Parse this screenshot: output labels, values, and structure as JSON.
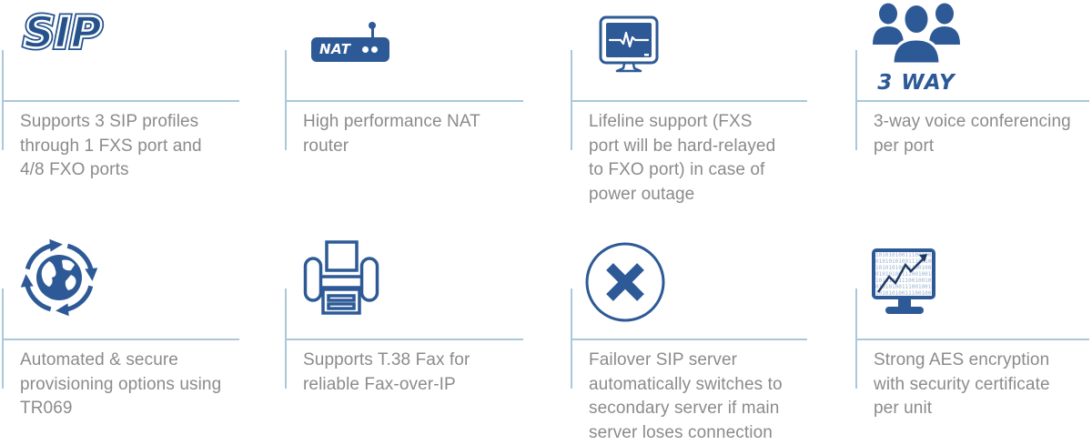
{
  "colors": {
    "icon_blue": "#2d5a96",
    "logo_blue": "#26528c",
    "line_blue": "#a9c8da",
    "text_gray": "#8b8b8d",
    "graph_navy": "#1e3a63",
    "binary_blue": "#9db4d2"
  },
  "features": [
    {
      "id": "sip-profiles",
      "icon": "sip-logo-icon",
      "icon_label": "SIP",
      "text": "Supports 3 SIP profiles\nthrough 1 FXS port and\n4/8 FXO ports"
    },
    {
      "id": "nat-router",
      "icon": "nat-router-icon",
      "icon_label": "NAT",
      "text": "High performance NAT\nrouter"
    },
    {
      "id": "lifeline",
      "icon": "lifeline-monitor-icon",
      "text": "Lifeline support (FXS\nport will be hard-relayed\nto FXO port) in case of\npower outage"
    },
    {
      "id": "three-way",
      "icon": "three-way-conference-icon",
      "icon_label": "3 WAY",
      "text": "3-way voice conferencing\nper port"
    },
    {
      "id": "provisioning",
      "icon": "globe-sync-icon",
      "text": "Automated & secure\nprovisioning options using\nTR069"
    },
    {
      "id": "t38-fax",
      "icon": "fax-printer-icon",
      "text": "Supports T.38 Fax for\nreliable Fax-over-IP"
    },
    {
      "id": "failover",
      "icon": "failover-x-icon",
      "text": "Failover SIP server\nautomatically switches to\nsecondary server if main\nserver loses connection"
    },
    {
      "id": "encryption",
      "icon": "encryption-monitor-icon",
      "binary_text": "101010100111001001010010\n010101010011100100101001\n101010100111001001010110\n010101001110010010101001\n101010011100100101010110\n010101001110010010101001\n101010100111001001010010",
      "text": "Strong AES encryption\nwith security certificate\nper unit"
    }
  ]
}
